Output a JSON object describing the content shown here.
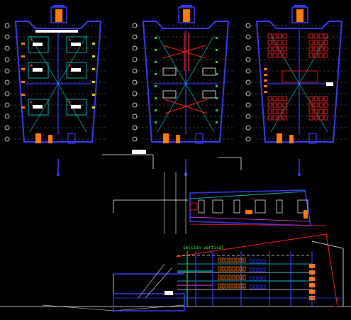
{
  "drawing": {
    "background": "#000000",
    "colors": {
      "wall": "#3a3aff",
      "grid": "#ffffff",
      "accent": "#ff7a00",
      "red": "#ff2020",
      "cyan": "#00e0e0",
      "green": "#30d030",
      "yellow": "#e0e000",
      "magenta": "#ff40ff",
      "section_line": "#ffffff"
    },
    "plans": [
      {
        "name": "plan-left",
        "variant": "offices"
      },
      {
        "name": "plan-middle",
        "variant": "open"
      },
      {
        "name": "plan-right",
        "variant": "tables"
      }
    ],
    "section_label": "sección vertical"
  }
}
